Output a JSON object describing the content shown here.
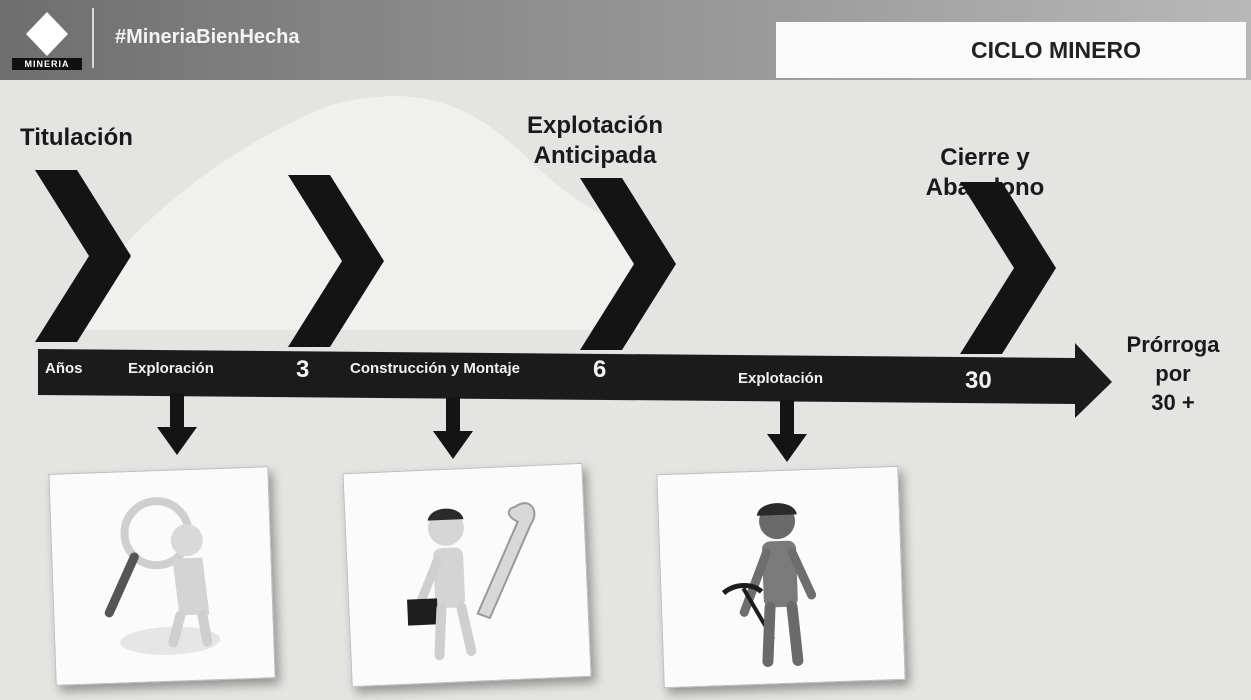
{
  "header": {
    "logo_text": "MINERIA",
    "hashtag": "#MineriaBienHecha",
    "title": "CICLO MINERO"
  },
  "stages": {
    "titulacion": "Titulación",
    "explotacion_anticipada": [
      "Explotación",
      "Anticipada"
    ],
    "cierre": [
      "Cierre y",
      "Abandono"
    ]
  },
  "timeline": {
    "label": "Años",
    "phase1": "Exploración",
    "year1": "3",
    "phase2": "Construcción y Montaje",
    "year2": "6",
    "phase3": "Explotación",
    "year3": "30"
  },
  "extension": [
    "Prórroga",
    "por",
    "30 +"
  ],
  "pictures": [
    {
      "name": "exploration-figure-icon"
    },
    {
      "name": "construction-figure-icon"
    },
    {
      "name": "miner-figure-icon"
    }
  ]
}
